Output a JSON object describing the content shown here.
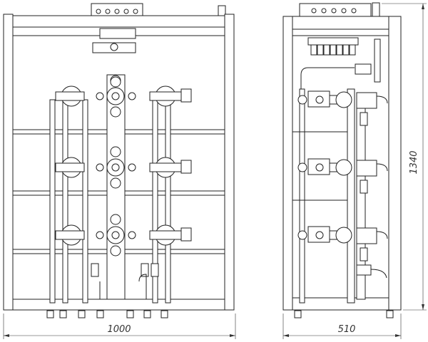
{
  "drawing": {
    "front_view": {
      "width_dimension": "1000"
    },
    "side_view": {
      "width_dimension": "510",
      "height_dimension": "1340"
    },
    "pump_rows": 3
  },
  "colors": {
    "line": "#222222",
    "background": "#ffffff"
  }
}
